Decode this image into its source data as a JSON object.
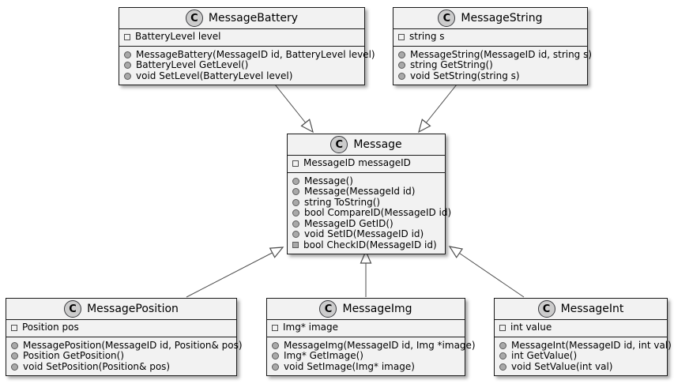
{
  "diagram_type": "uml-class-diagram",
  "colors": {
    "background": "#FFFFFF",
    "box_fill": "#F2F2F2",
    "box_border": "#1B1B1B",
    "class_circle_fill": "#CCCCCC",
    "member_icon_fill": "#A9A9A9",
    "edge_line": "#4E4E4E",
    "arrowhead_fill": "#FFFFFF"
  },
  "classes": [
    {
      "icon_letter": "C",
      "title": "MessageBattery",
      "fields": [
        {
          "visibility": "field",
          "text": "BatteryLevel level"
        }
      ],
      "methods": [
        {
          "visibility": "public",
          "text": "MessageBattery(MessageID id, BatteryLevel level)"
        },
        {
          "visibility": "public",
          "text": "BatteryLevel GetLevel()"
        },
        {
          "visibility": "public",
          "text": "void SetLevel(BatteryLevel level)"
        }
      ]
    },
    {
      "icon_letter": "C",
      "title": "MessageString",
      "fields": [
        {
          "visibility": "field",
          "text": "string s"
        }
      ],
      "methods": [
        {
          "visibility": "public",
          "text": "MessageString(MessageID id, string s)"
        },
        {
          "visibility": "public",
          "text": "string GetString()"
        },
        {
          "visibility": "public",
          "text": "void SetString(string s)"
        }
      ]
    },
    {
      "icon_letter": "C",
      "title": "Message",
      "fields": [
        {
          "visibility": "field",
          "text": "MessageID messageID"
        }
      ],
      "methods": [
        {
          "visibility": "public",
          "text": "Message()"
        },
        {
          "visibility": "public",
          "text": "Message(MessageId id)"
        },
        {
          "visibility": "public",
          "text": "string ToString()"
        },
        {
          "visibility": "public",
          "text": "bool CompareID(MessageID id)"
        },
        {
          "visibility": "public",
          "text": "MessageID GetID()"
        },
        {
          "visibility": "public",
          "text": "void SetID(MessageID id)"
        },
        {
          "visibility": "private",
          "text": "bool CheckID(MessageID id)"
        }
      ]
    },
    {
      "icon_letter": "C",
      "title": "MessagePosition",
      "fields": [
        {
          "visibility": "field",
          "text": "Position pos"
        }
      ],
      "methods": [
        {
          "visibility": "public",
          "text": "MessagePosition(MessageID id, Position& pos)"
        },
        {
          "visibility": "public",
          "text": "Position GetPosition()"
        },
        {
          "visibility": "public",
          "text": "void SetPosition(Position& pos)"
        }
      ]
    },
    {
      "icon_letter": "C",
      "title": "MessageImg",
      "fields": [
        {
          "visibility": "field",
          "text": "Img* image"
        }
      ],
      "methods": [
        {
          "visibility": "public",
          "text": "MessageImg(MessageID id, Img *image)"
        },
        {
          "visibility": "public",
          "text": "Img* GetImage()"
        },
        {
          "visibility": "public",
          "text": "void SetImage(Img* image)"
        }
      ]
    },
    {
      "icon_letter": "C",
      "title": "MessageInt",
      "fields": [
        {
          "visibility": "field",
          "text": "int value"
        }
      ],
      "methods": [
        {
          "visibility": "public",
          "text": "MessageInt(MessageID id, int val)"
        },
        {
          "visibility": "public",
          "text": "int GetValue()"
        },
        {
          "visibility": "public",
          "text": "void SetValue(int val)"
        }
      ]
    }
  ],
  "relationships": [
    {
      "from": "MessageBattery",
      "to": "Message",
      "type": "inheritance"
    },
    {
      "from": "MessageString",
      "to": "Message",
      "type": "inheritance"
    },
    {
      "from": "MessagePosition",
      "to": "Message",
      "type": "inheritance"
    },
    {
      "from": "MessageImg",
      "to": "Message",
      "type": "inheritance"
    },
    {
      "from": "MessageInt",
      "to": "Message",
      "type": "inheritance"
    }
  ]
}
